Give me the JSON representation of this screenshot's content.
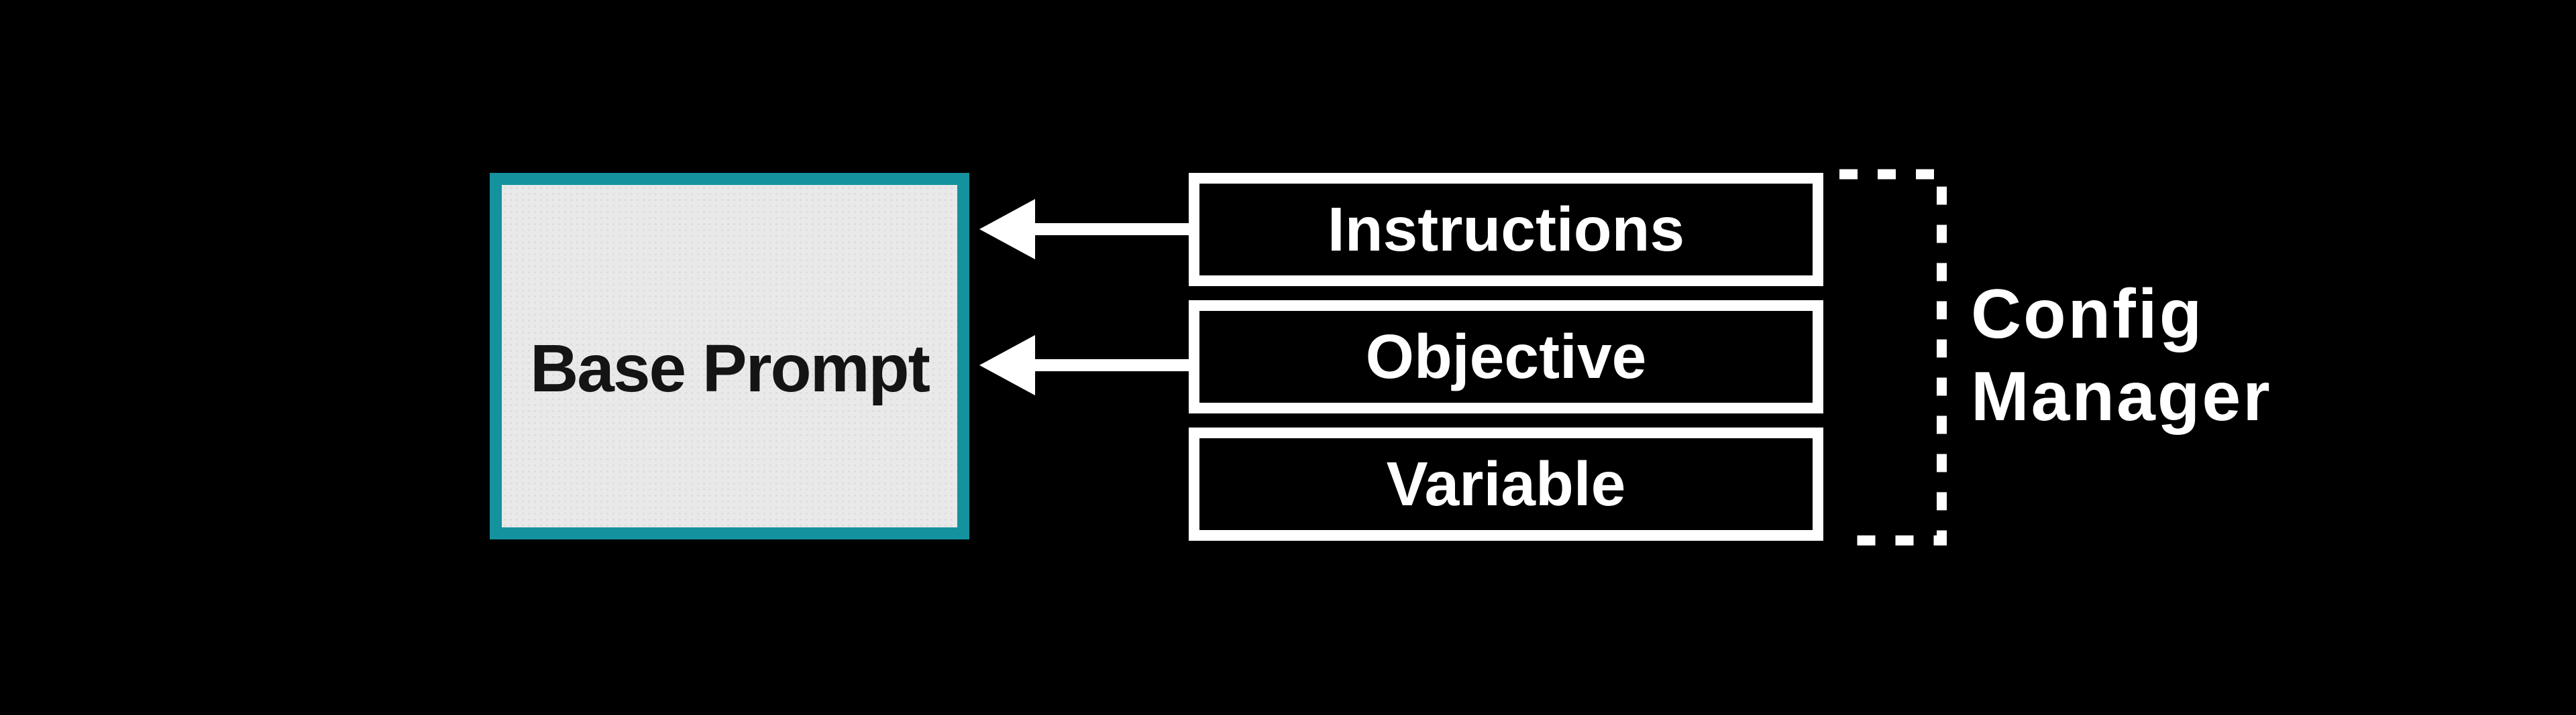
{
  "canvas": {
    "background_color": "#000000"
  },
  "base_prompt": {
    "label": "Base Prompt",
    "border_color": "#14929E",
    "fill_color": "#E9E9E9",
    "text_color": "#141414"
  },
  "config_boxes": [
    {
      "label": "Instructions",
      "border_color": "#FFFFFF",
      "fill_color": "#000000",
      "text_color": "#FFFFFF"
    },
    {
      "label": "Objective",
      "border_color": "#FFFFFF",
      "fill_color": "#000000",
      "text_color": "#FFFFFF"
    },
    {
      "label": "Variable",
      "border_color": "#FFFFFF",
      "fill_color": "#000000",
      "text_color": "#FFFFFF"
    }
  ],
  "arrows": [
    {
      "from": "Instructions",
      "to": "Base Prompt",
      "color": "#FFFFFF",
      "direction": "left"
    },
    {
      "from": "Objective",
      "to": "Base Prompt",
      "color": "#FFFFFF",
      "direction": "left"
    }
  ],
  "bracket": {
    "color": "#FFFFFF",
    "label_line1": "Config",
    "label_line2": "Manager"
  }
}
